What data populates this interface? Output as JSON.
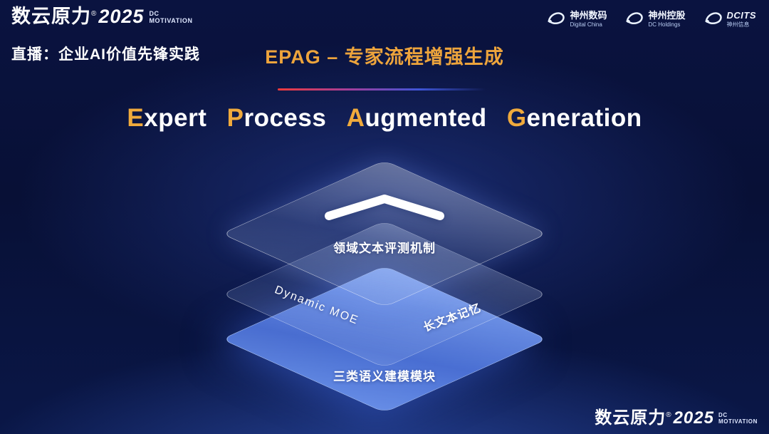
{
  "header": {
    "brand": {
      "name": "数云原力",
      "reg": "®",
      "year": "2025",
      "dc": "DC",
      "motivation": "MOTIVATION"
    },
    "live_label": "直播：企业AI价值先锋实践",
    "partners": [
      {
        "name": "神州数码",
        "sub": "Digital China"
      },
      {
        "name": "神州控股",
        "sub": "DC Holdings"
      },
      {
        "name": "DCITS",
        "sub": "神州信息"
      }
    ]
  },
  "title": {
    "text": "EPAG – 专家流程增强生成"
  },
  "heading": {
    "c1": "E",
    "w1": "xpert",
    "c2": "P",
    "w2": "rocess",
    "c3": "A",
    "w3": "ugmented",
    "c4": "G",
    "w4": "eneration"
  },
  "diagram": {
    "top_label": "领域文本评测机制",
    "middle_label_left": "Dynamic MOE",
    "middle_label_right": "长文本记忆",
    "bottom_label": "三类语义建模模块"
  },
  "colors": {
    "accent_gold": "#f0aa3c",
    "divider_start": "#f03b3b",
    "divider_end": "#3f55d8",
    "layer_blue": "#5a84e6",
    "background_navy": "#0a1340"
  }
}
